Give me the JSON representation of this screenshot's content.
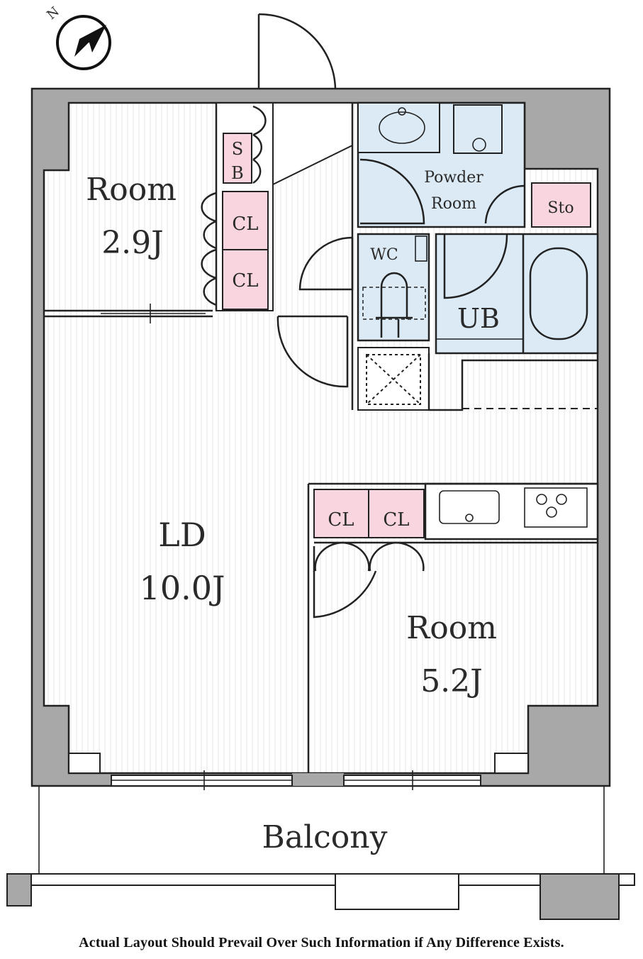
{
  "compass": {
    "label": "N"
  },
  "rooms": {
    "room_small": {
      "name": "Room",
      "size": "2.9J"
    },
    "ld": {
      "name": "LD",
      "size": "10.0J"
    },
    "room_large": {
      "name": "Room",
      "size": "5.2J"
    },
    "powder": {
      "line1": "Powder",
      "line2": "Room"
    },
    "wc": "WC",
    "ub": "UB",
    "sto": "Sto",
    "sb": {
      "line1": "S",
      "line2": "B"
    },
    "cl": "CL",
    "balcony": "Balcony"
  },
  "colors": {
    "wall": "#a8a8a8",
    "wet_area": "#dbeaf5",
    "storage": "#f8d5df"
  },
  "caption": "Actual Layout Should Prevail Over Such Information if Any Difference Exists."
}
